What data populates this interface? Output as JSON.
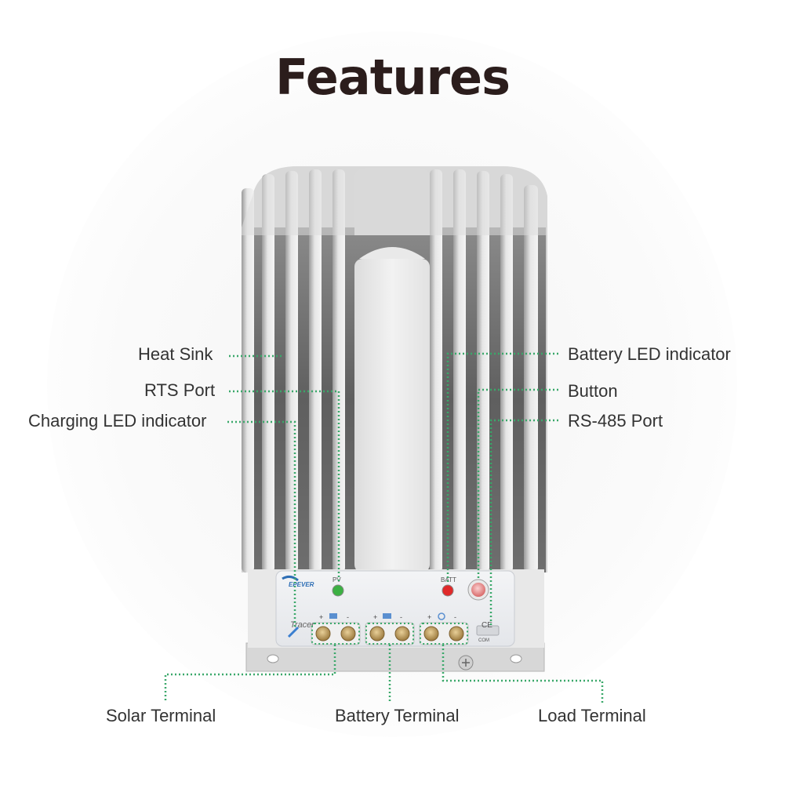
{
  "title": "Features",
  "brand": {
    "logo_text": "EPEVER",
    "product_text": "Tracer",
    "ce_mark": "CE",
    "com_text": "COM"
  },
  "panel": {
    "pv_text": "PV",
    "batt_text": "BATT",
    "plus": "+",
    "minus": "-"
  },
  "callouts": {
    "heat_sink": "Heat Sink",
    "rts_port": "RTS Port",
    "charging_led": "Charging LED indicator",
    "battery_led": "Battery LED indicator",
    "button": "Button",
    "rs485_port": "RS-485 Port",
    "solar_terminal": "Solar Terminal",
    "battery_terminal": "Battery Terminal",
    "load_terminal": "Load Terminal"
  },
  "colors": {
    "leader": "#3aa86a",
    "pv_led": "#3cb043",
    "batt_led": "#e02a2a",
    "button": "#f08a8a",
    "terminal": "#b8955a"
  }
}
